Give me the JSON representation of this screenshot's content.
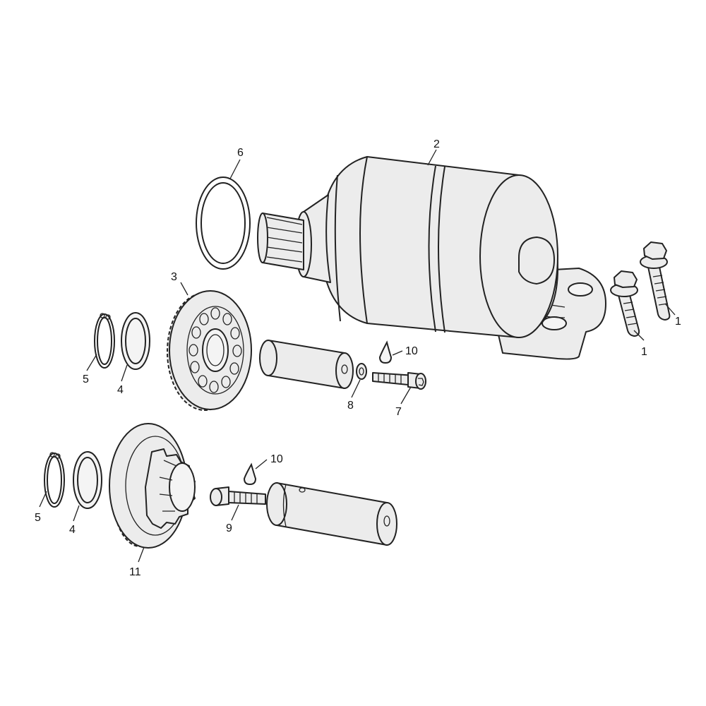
{
  "callouts": {
    "c1a": "1",
    "c1b": "1",
    "c2": "2",
    "c3": "3",
    "c4a": "4",
    "c4b": "4",
    "c5a": "5",
    "c5b": "5",
    "c6": "6",
    "c7": "7",
    "c8": "8",
    "c9": "9",
    "c10a": "10",
    "c10b": "10",
    "c11": "11"
  },
  "colors": {
    "line": "#222222",
    "fill": "#ececec",
    "background": "#ffffff"
  }
}
